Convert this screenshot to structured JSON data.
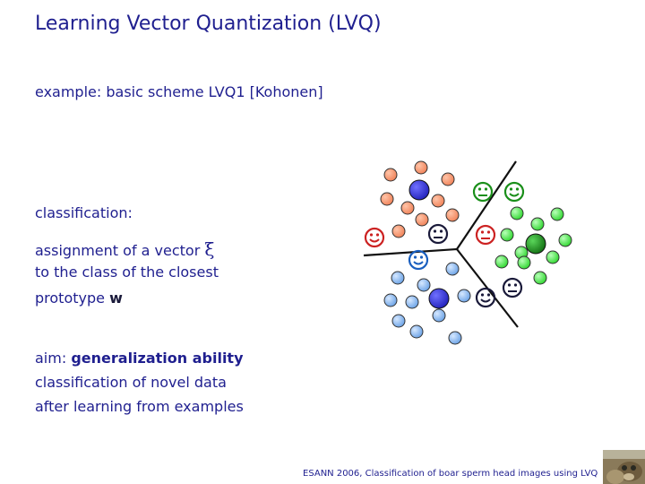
{
  "title": "Learning Vector Quantization (LVQ)",
  "example": {
    "label": "example:",
    "text": "basic scheme",
    "name": "LVQ1",
    "ref": "[Kohonen]"
  },
  "classification": {
    "heading": "classification",
    "colon": ":",
    "line1": "assignment of a vector",
    "xi": "ξ",
    "line2": "to the class of the closest",
    "line3": "prototype",
    "w": "w"
  },
  "aim": {
    "label": "aim:",
    "highlight": "generalization ability",
    "line2": "classification of novel data",
    "line3": "after learning from examples"
  },
  "footer": "ESANN 2006, Classification of boar sperm head images using LVQ",
  "colors": {
    "orange": "#f08258",
    "blue": "#6aa2e6",
    "green": "#2ed62e",
    "prototype_blue": "#3333cc",
    "prototype_green": "#1a8f1a",
    "happy_smiley": "#1a8f1a",
    "sad_smiley": "#cc2222",
    "text": "#1f1f8f"
  }
}
